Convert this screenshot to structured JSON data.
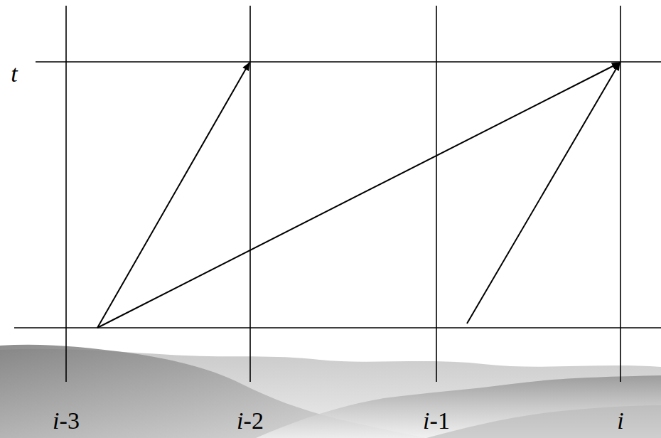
{
  "diagram": {
    "labels": [
      "t",
      "i-3",
      "i-2",
      "i-1",
      "i"
    ]
  }
}
